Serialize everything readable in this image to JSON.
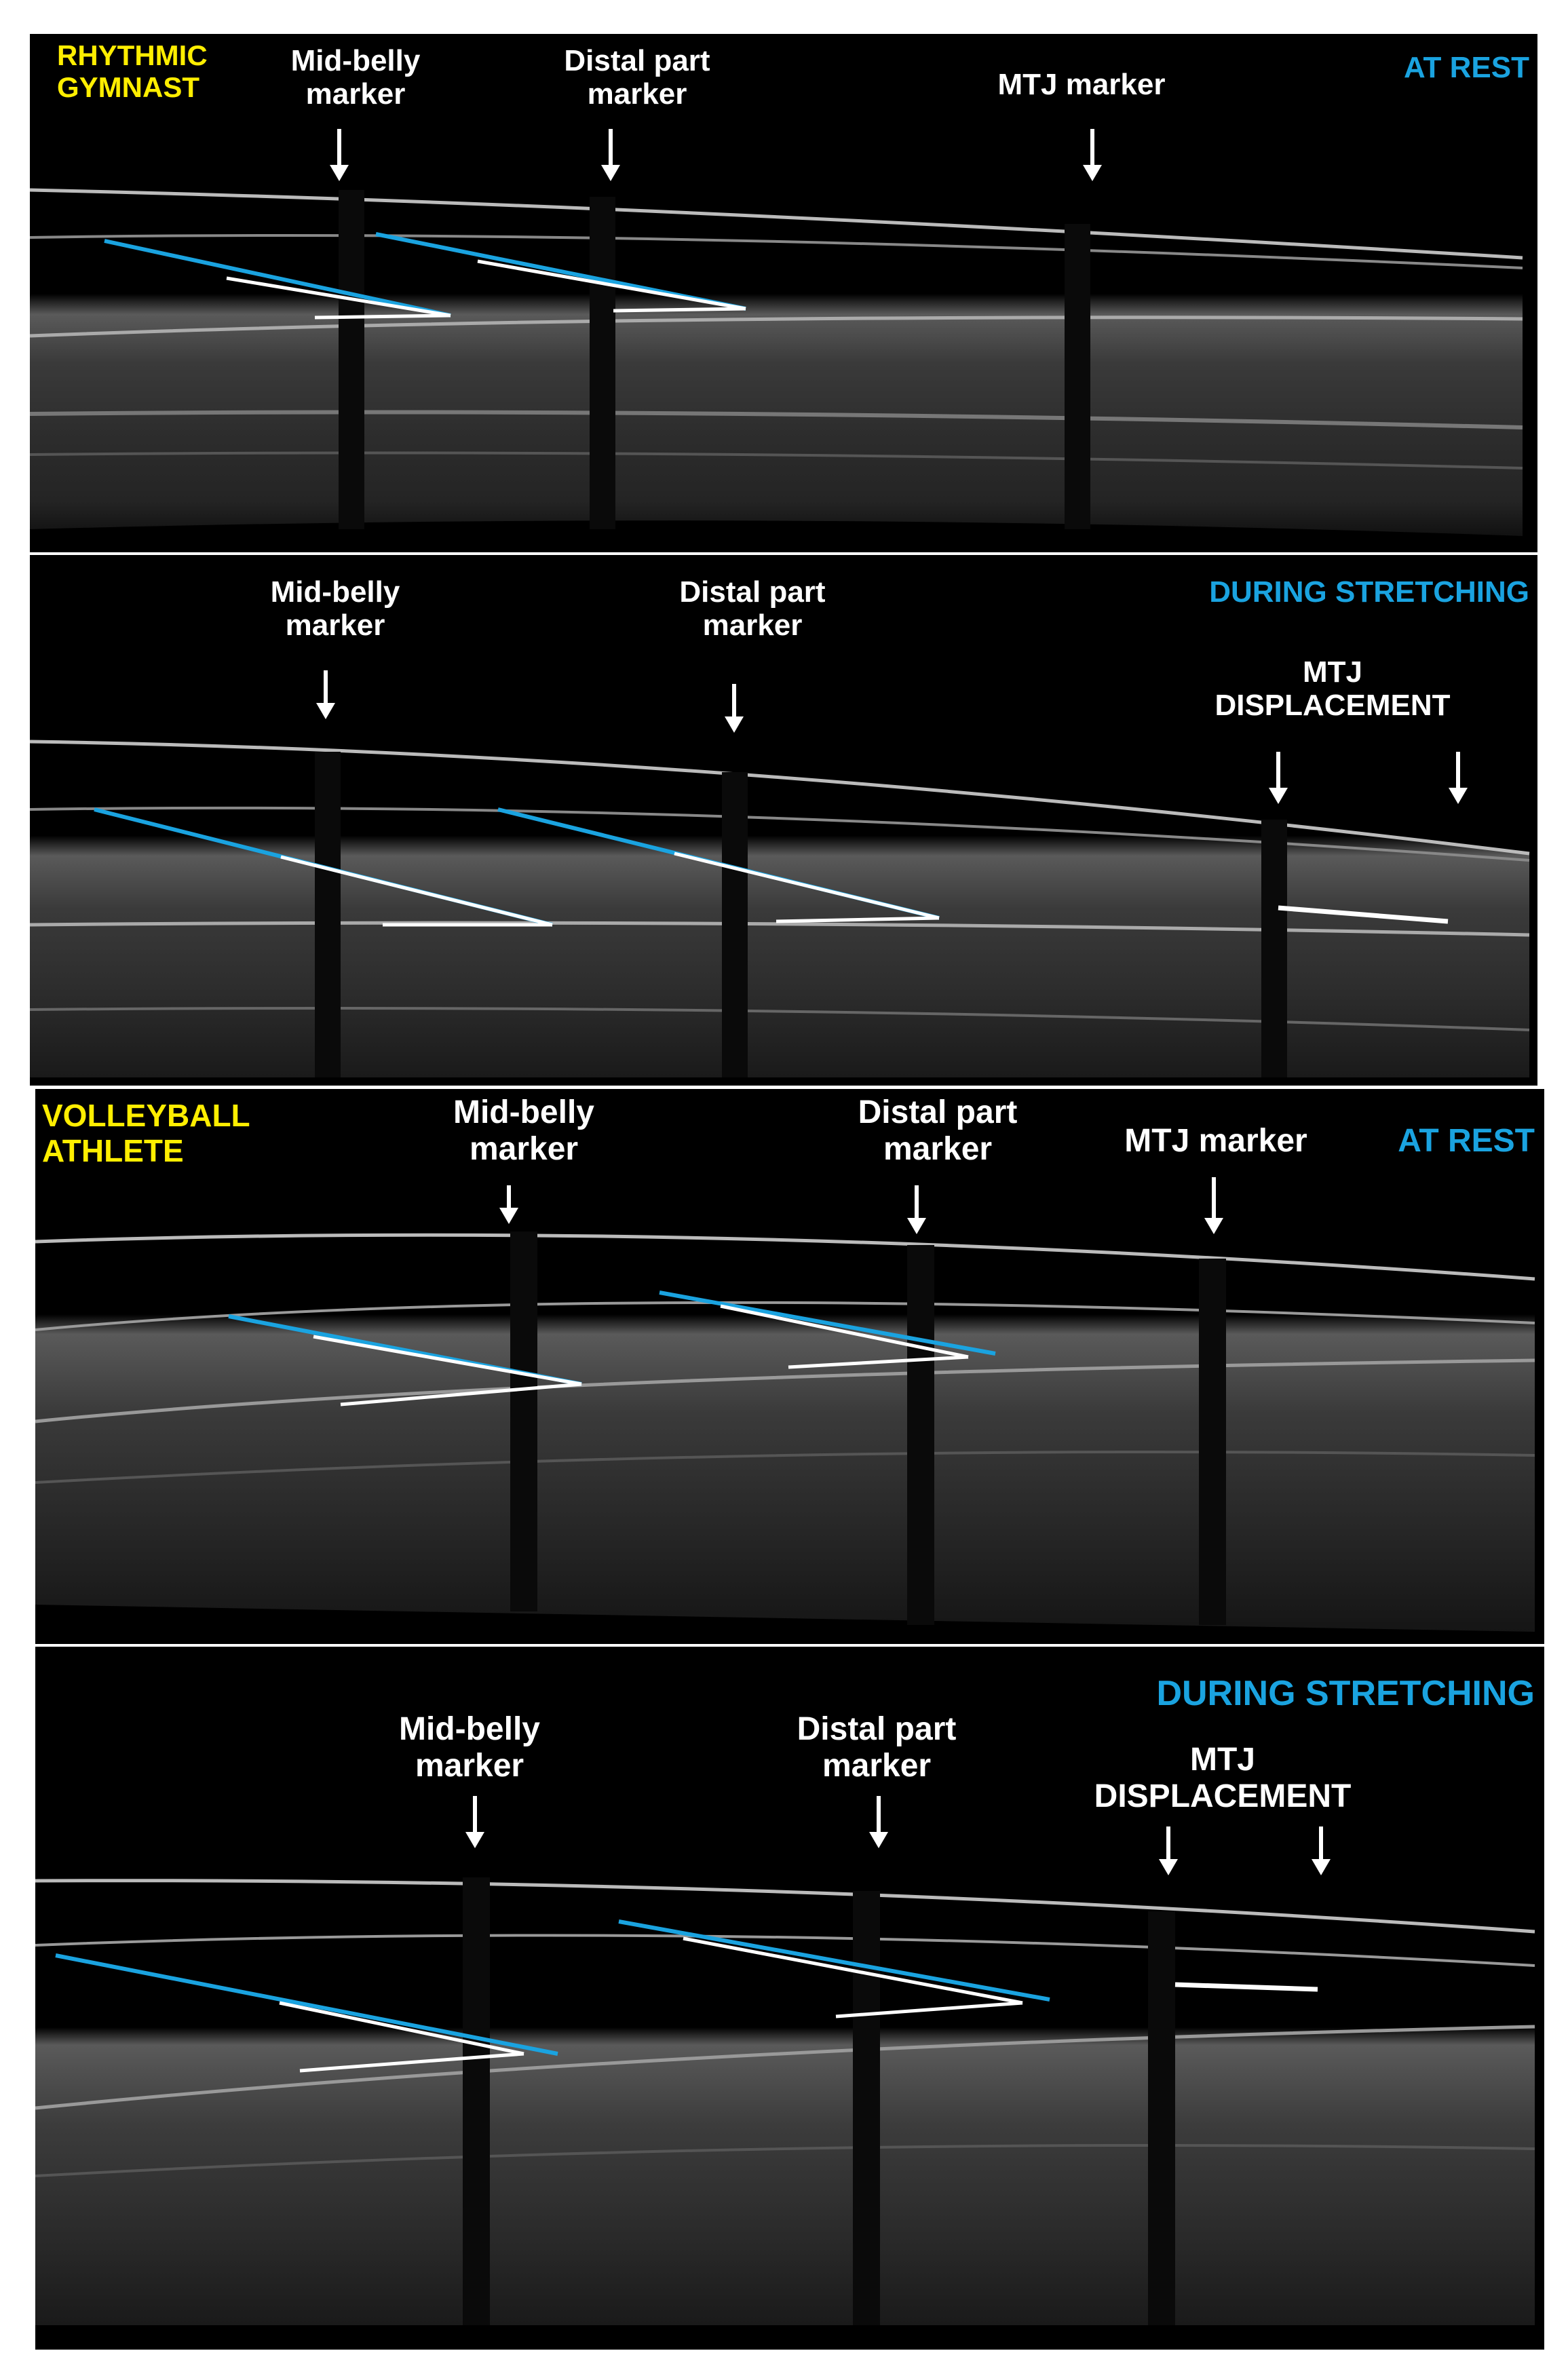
{
  "panels": [
    {
      "athlete": "RHYTHMIC\nGYMNAST",
      "state": "AT REST",
      "mid_belly": "Mid-belly\nmarker",
      "distal": "Distal part\nmarker",
      "mtj": "MTJ marker"
    },
    {
      "state": "DURING STRETCHING",
      "mid_belly": "Mid-belly\nmarker",
      "distal": "Distal part\nmarker",
      "mtj": "MTJ\nDISPLACEMENT"
    },
    {
      "athlete": "VOLLEYBALL\nATHLETE",
      "state": "AT REST",
      "mid_belly": "Mid-belly\nmarker",
      "distal": "Distal part\nmarker",
      "mtj": "MTJ marker"
    },
    {
      "state": "DURING STRETCHING",
      "mid_belly": "Mid-belly\nmarker",
      "distal": "Distal part\nmarker",
      "mtj": "MTJ\nDISPLACEMENT"
    }
  ],
  "colors": {
    "athlete_label": "#ffee00",
    "state_label": "#1aa3e0",
    "fascicle_line": "#1aa3e0",
    "aponeurosis_line": "#ffffff"
  }
}
